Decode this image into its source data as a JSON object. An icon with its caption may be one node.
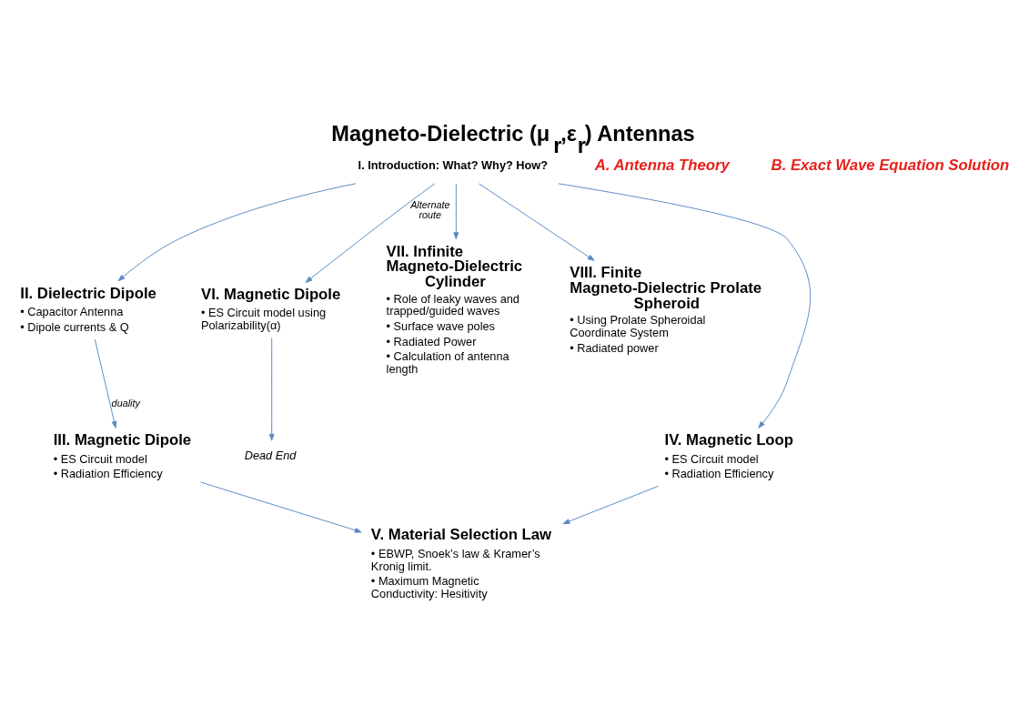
{
  "diagram": {
    "title": "Magneto-Dielectric (μ$_{r}$,ε$_{r}$) Antennas",
    "nodes": [
      {
        "text": [
          "I. Introduction: What? Why? How?"
        ]
      },
      {
        "text": [
          "II. Dielectric Dipole",
          "• Capacitor Antenna",
          "• Dipole currents & Q"
        ]
      },
      {
        "text": [
          "VI. Magnetic Dipole",
          "• ES Circuit model using Polarizability(α)"
        ]
      },
      {
        "text": [
          "Dead End"
        ]
      },
      {
        "text": [
          "VII. Infinite Magneto-Dielectric Cylinder",
          "• Role of leaky waves and trapped/guided waves",
          "• Surface wave poles",
          "• Radiated Power",
          "• Calculation of antenna length"
        ]
      },
      {
        "text": [
          "VIII. Finite Magneto-Dielectric Prolate Spheroid",
          "• Using Prolate Spheroidal Coordinate System",
          "• Radiated power"
        ]
      },
      {
        "text": [
          "III. Magnetic Dipole",
          "• ES Circuit model",
          "• Radiation Efficiency"
        ]
      },
      {
        "text": [
          "IV. Magnetic Loop",
          "• ES Circuit model",
          "• Radiation Efficiency"
        ]
      },
      {
        "text": [
          "V. Material Selection Law",
          "• EBWP, Snoek’s law & Kramer’s Kronig limit.",
          "• Maximum Magnetic Conductivity: Hesitivity"
        ]
      }
    ],
    "edges": [
      {
        "from": 0,
        "to": 1,
        "arrow": "to"
      },
      {
        "from": 0,
        "to": 7,
        "arrow": "to"
      },
      {
        "from": 0,
        "to": 2,
        "arrow": "to",
        "label": "Alternate route"
      },
      {
        "from": 0,
        "to": 4,
        "arrow": "to"
      },
      {
        "from": 0,
        "to": 5,
        "arrow": "to"
      },
      {
        "from": 2,
        "to": 3,
        "arrow": "to"
      },
      {
        "from": 1,
        "to": 6,
        "arrow": "to",
        "label": "duality"
      },
      {
        "from": 6,
        "to": 8,
        "arrow": "to"
      },
      {
        "from": 7,
        "to": 8,
        "arrow": "to"
      }
    ],
    "labels": [
      "A. Antenna Theory",
      "B. Exact Wave Equation Solution"
    ]
  }
}
